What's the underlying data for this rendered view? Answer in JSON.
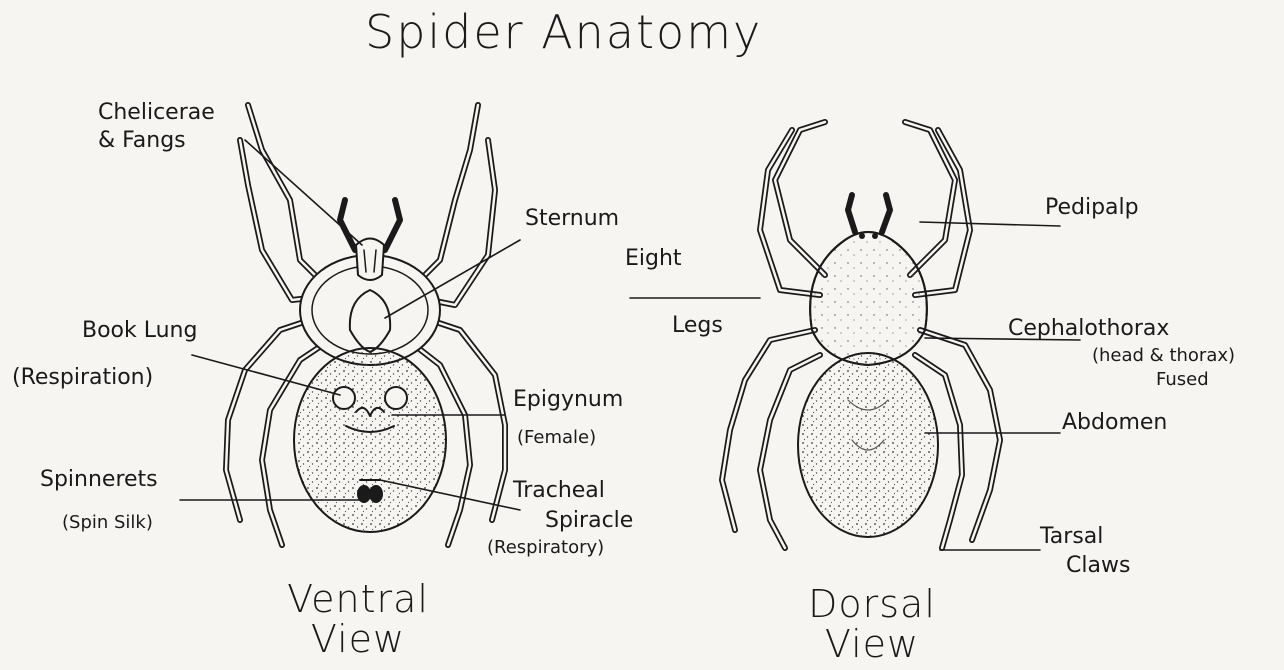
{
  "title": "Spider Anatomy",
  "ventral": {
    "caption_line1": "Ventral",
    "caption_line2": "View",
    "labels": {
      "chelicerae_1": "Chelicerae",
      "chelicerae_2": "& Fangs",
      "sternum": "Sternum",
      "book_lung_1": "Book Lung",
      "book_lung_2": "(Respiration)",
      "epigynum_1": "Epigynum",
      "epigynum_2": "(Female)",
      "spinnerets_1": "Spinnerets",
      "spinnerets_2": "(Spin Silk)",
      "tracheal_1": "Tracheal",
      "tracheal_2": "Spiracle",
      "tracheal_3": "(Respiratory)"
    }
  },
  "center": {
    "eight": "Eight",
    "legs": "Legs"
  },
  "dorsal": {
    "caption_line1": "Dorsal",
    "caption_line2": "View",
    "labels": {
      "pedipalp": "Pedipalp",
      "cephalothorax_1": "Cephalothorax",
      "cephalothorax_2": "(head & thorax)",
      "cephalothorax_3": "Fused",
      "abdomen": "Abdomen",
      "tarsal_1": "Tarsal",
      "tarsal_2": "Claws"
    }
  },
  "colors": {
    "ink": "#1a1a1a",
    "paper": "#f6f5f2"
  }
}
